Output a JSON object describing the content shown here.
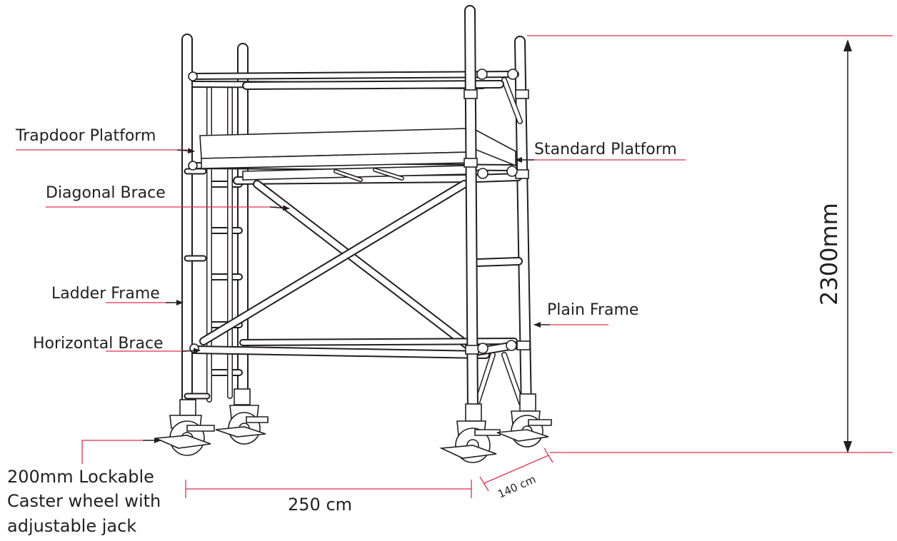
{
  "labels": {
    "trapdoor_platform": "Trapdoor Platform",
    "standard_platform": "Standard Platform",
    "diagonal_brace": "Diagonal Brace",
    "ladder_frame": "Ladder Frame",
    "plain_frame": "Plain Frame",
    "horizontal_brace": "Horizontal Brace",
    "caster_line1": "200mm Lockable",
    "caster_line2": "Caster wheel with",
    "caster_line3": "adjustable jack"
  },
  "dimensions": {
    "height": "2300mm",
    "length": "250 cm",
    "width": "140 cm"
  },
  "colors": {
    "line": "#231f20",
    "dimension": "#e0304a",
    "background": "#ffffff"
  }
}
